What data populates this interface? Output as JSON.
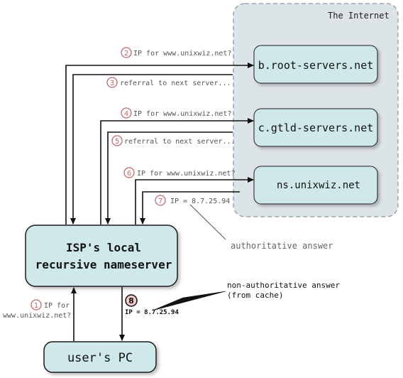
{
  "internet": {
    "label": "The Internet",
    "fill": "#dde4e8",
    "stroke": "#9aa7ad"
  },
  "servers": {
    "root": "b.root-servers.net",
    "gtld": "c.gtld-servers.net",
    "auth": "ns.unixwiz.net"
  },
  "isp": {
    "line1": "ISP's local",
    "line2": "recursive nameserver"
  },
  "user": {
    "label": "user's PC"
  },
  "steps": [
    {
      "num": "1",
      "line1": "IP for",
      "line2": "www.unixwiz.net?"
    },
    {
      "num": "2",
      "text": "IP for www.unixwiz.net?"
    },
    {
      "num": "3",
      "text": "referral to next server..."
    },
    {
      "num": "4",
      "text": "IP for www.unixwiz.net?"
    },
    {
      "num": "5",
      "text": "referral to next server..."
    },
    {
      "num": "6",
      "text": "IP for www.unixwiz.net?"
    },
    {
      "num": "7",
      "text": "IP = 8.7.25.94"
    },
    {
      "num": "8",
      "text": "IP = 8.7.25.94"
    }
  ],
  "notes": {
    "authoritative": "authoritative answer",
    "nonauth1": "non-authoritative answer",
    "nonauth2": "(from cache)"
  },
  "colors": {
    "box_fill": "#cfe9ea",
    "box_stroke": "#1a1a1a",
    "circle_red": "#c4686a",
    "circle_fill_strong": "#f3c9c9"
  }
}
